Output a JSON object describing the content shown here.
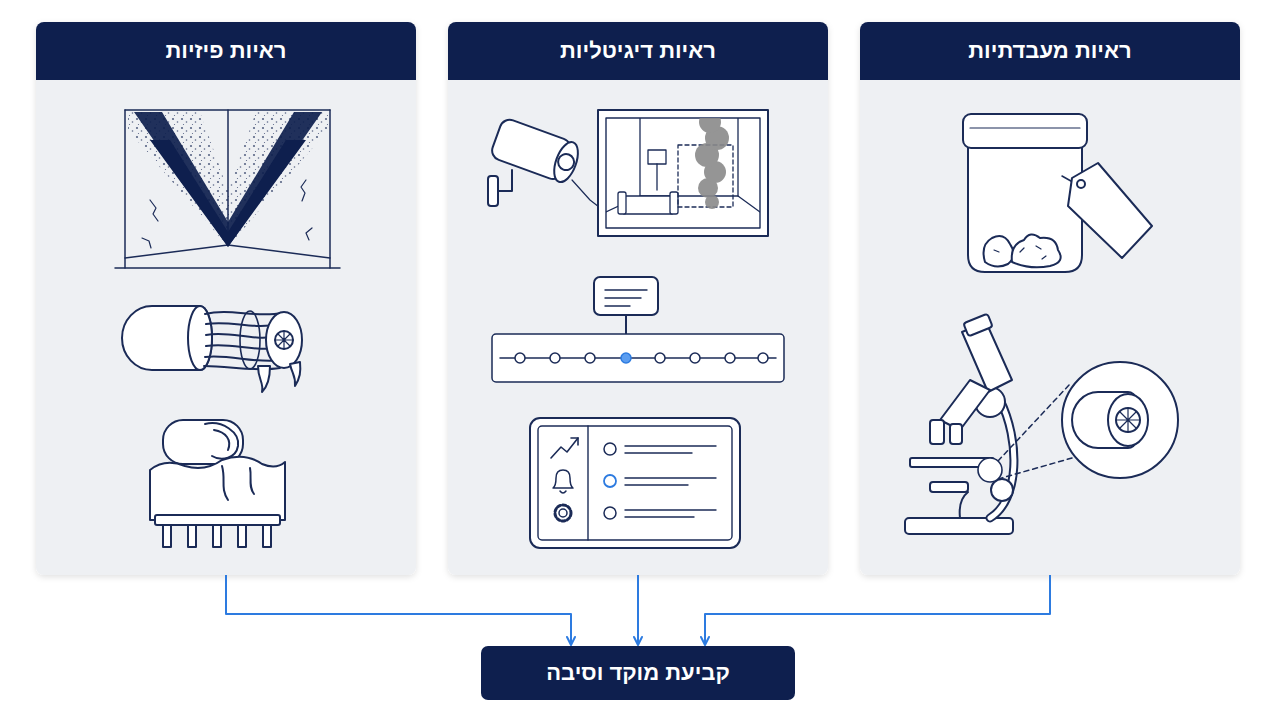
{
  "diagram": {
    "nodes": [
      {
        "text": [
          "ראיות מעבדתיות"
        ]
      },
      {
        "text": [
          "ראיות דיגיטליות"
        ]
      },
      {
        "text": [
          "ראיות פיזיות"
        ]
      },
      {
        "text": [
          "קביעת מוקד וסיבה"
        ]
      }
    ],
    "edges": [
      {
        "from": 0,
        "to": 3,
        "arrow": "to"
      },
      {
        "from": 1,
        "to": 3,
        "arrow": "to"
      },
      {
        "from": 2,
        "to": 3,
        "arrow": "to"
      }
    ]
  }
}
